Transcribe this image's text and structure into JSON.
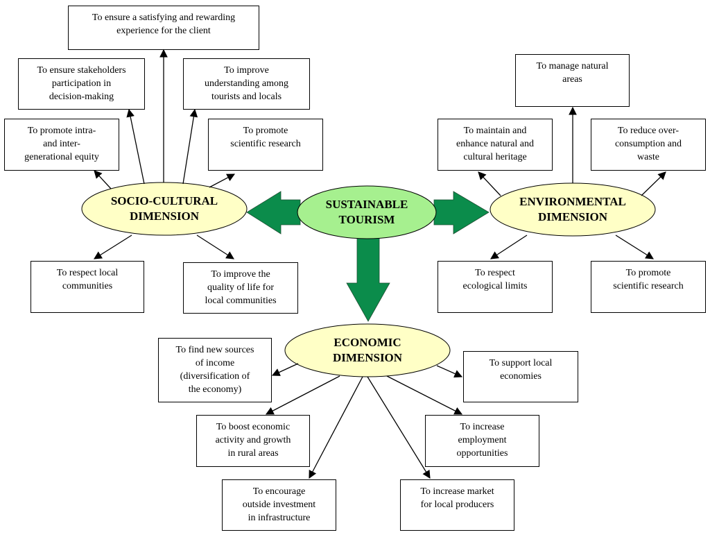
{
  "center": {
    "label": "SUSTAINABLE\nTOURISM",
    "fill": "#a6f08f"
  },
  "dimensions": {
    "socio": "SOCIO-CULTURAL\nDIMENSION",
    "environmental": "ENVIRONMENTAL\nDIMENSION",
    "economic": "ECONOMIC\nDIMENSION",
    "fill": "#ffffc6"
  },
  "arrow_color": "#0b8c4b",
  "socio_goals": [
    "To ensure a satisfying and rewarding\nexperience for the client",
    "To ensure stakeholders\nparticipation in\ndecision-making",
    "To improve\nunderstanding among\ntourists and locals",
    "To promote intra-\nand inter-\ngenerational equity",
    "To promote\nscientific research",
    "To respect local\ncommunities",
    "To improve the\nquality of life for\nlocal communities"
  ],
  "environmental_goals": [
    "To manage natural\nareas",
    "To maintain and\nenhance natural and\ncultural heritage",
    "To reduce over-\nconsumption and\nwaste",
    "To respect\necological limits",
    "To promote\nscientific research"
  ],
  "economic_goals": [
    "To find new sources\nof income\n(diversification of\nthe economy)",
    "To support local\neconomies",
    "To boost economic\nactivity and growth\nin rural areas",
    "To increase\nemployment\nopportunities",
    "To encourage\noutside investment\nin infrastructure",
    "To increase market\nfor local producers"
  ]
}
